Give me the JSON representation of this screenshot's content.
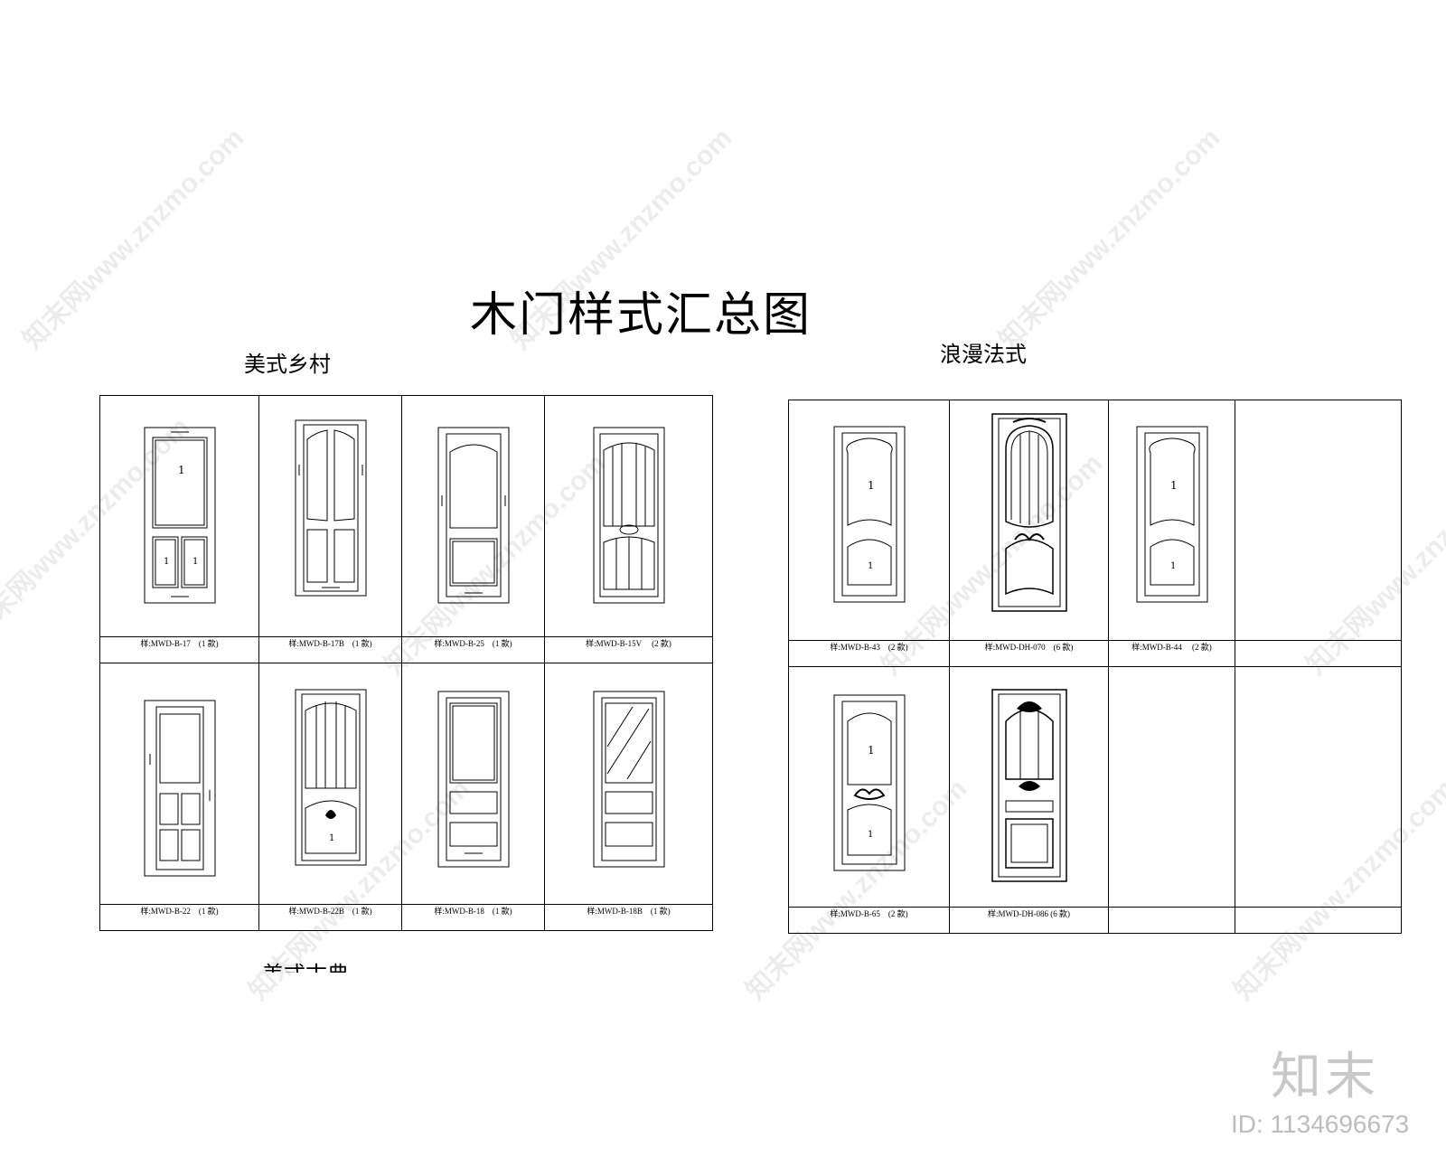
{
  "title": "木门样式汇总图",
  "sections": {
    "left": "美式乡村",
    "right": "浪漫法式",
    "bottom": "美式古典"
  },
  "left_grid": {
    "rows": [
      {
        "doors": [
          {
            "caption": "样:MWD-B-17　(1 款)",
            "style": "american-17"
          },
          {
            "caption": "样:MWD-B-17B　(1 款)",
            "style": "american-17b"
          },
          {
            "caption": "样:MWD-B-25　(1 款)",
            "style": "american-25"
          },
          {
            "caption": "样:MWD-B-15V　 (2 款)",
            "style": "american-15v"
          }
        ]
      },
      {
        "doors": [
          {
            "caption": "样:MWD-B-22　(1 款)",
            "style": "american-22"
          },
          {
            "caption": "样:MWD-B-22B　(1 款)",
            "style": "american-22b"
          },
          {
            "caption": "样:MWD-B-18　(1 款)",
            "style": "american-18"
          },
          {
            "caption": "样:MWD-B-18B　(1 款)",
            "style": "american-18b"
          }
        ]
      }
    ]
  },
  "right_grid": {
    "rows": [
      {
        "doors": [
          {
            "caption": "样:MWD-B-43　(2 款)",
            "style": "french-43"
          },
          {
            "caption": "样:MWD-DH-070　(6 款)",
            "style": "french-dh070"
          },
          {
            "caption": "样:MWD-B-44　 (2 款)",
            "style": "french-44"
          },
          {
            "caption": "",
            "style": "empty"
          }
        ]
      },
      {
        "doors": [
          {
            "caption": "样:MWD-B-65　(2 款)",
            "style": "french-65"
          },
          {
            "caption": "样:MWD-DH-086 (6 款)",
            "style": "french-dh086"
          },
          {
            "caption": "",
            "style": "empty"
          },
          {
            "caption": "",
            "style": "empty"
          }
        ]
      }
    ]
  },
  "watermark": "知末网www.znzmo.com",
  "logo": "知末",
  "image_id": "ID: 1134696673"
}
